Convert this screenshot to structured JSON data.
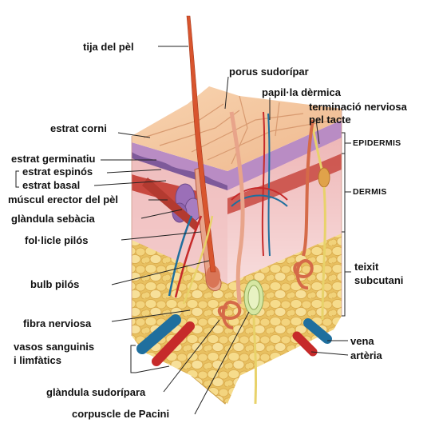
{
  "labels": {
    "hair_shaft": "tija del pèl",
    "sweat_pore": "porus sudorípar",
    "dermal_papilla": "papil·la dèrmica",
    "nerve_ending_1": "terminació nerviosa",
    "nerve_ending_2": "pel tacte",
    "stratum_corneum": "estrat corni",
    "stratum_germinativum": "estrat germinatiu",
    "stratum_spinosum": "estrat espinós",
    "stratum_basale": "estrat basal",
    "arrector_muscle": "múscul erector del pèl",
    "sebaceous_gland": "glàndula sebàcia",
    "hair_follicle": "fol·licle pilós",
    "hair_bulb": "bulb pilós",
    "nerve_fiber": "fibra nerviosa",
    "vessels_1": "vasos sanguinis",
    "vessels_2": "i limfàtics",
    "sweat_gland": "glàndula sudorípara",
    "pacinian": "corpuscle de Pacini",
    "epidermis": "EPIDERMIS",
    "dermis": "DERMIS",
    "subcutaneous_1": "teixit",
    "subcutaneous_2": "subcutani",
    "vein": "vena",
    "artery": "artèria"
  },
  "colors": {
    "skin_surface": "#f4c49a",
    "epidermis_purple": "#b68ac0",
    "dermis_pink": "#f2c6c6",
    "fat_yellow": "#f0d27a",
    "hair": "#d8552e",
    "vein": "#1f6f9e",
    "artery": "#c62a2a",
    "nerve": "#e8d26a"
  }
}
